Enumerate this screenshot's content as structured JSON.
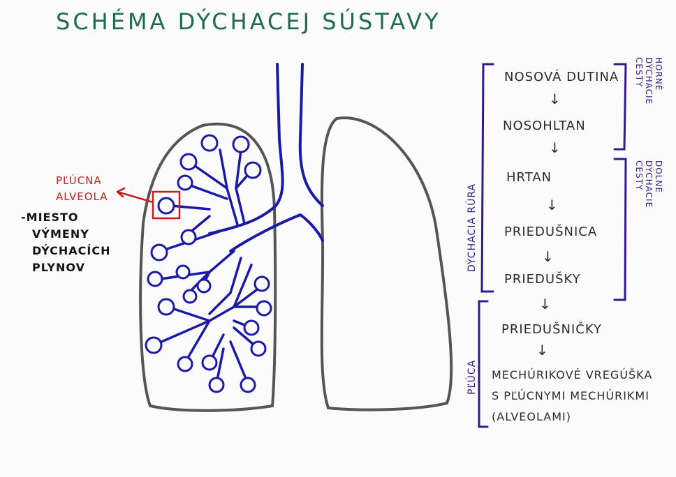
{
  "title": "SCHÉMA DÝCHACEJ SÚSTAVY",
  "alveola_label": "PĽÚCNA ALVEOLA",
  "alveola_note": [
    "-MIESTO",
    "VÝMENY",
    "DÝCHACÍCH",
    "PLYNOV"
  ],
  "steps": [
    "NOSOVÁ DUTINA",
    "NOSOHLTAN",
    "HRTAN",
    "PRIEDUŠNICA",
    "PRIEDUŠKY",
    "PRIEDUŠNIČKY",
    "MECHÚRIKOVÉ VREGÚŠKA",
    "S PĽÚCNYMI MECHÚRIKMI",
    "(ALVEOLAMI)"
  ],
  "bracket_labels": {
    "horne": [
      "HORNÉ",
      "DÝCHACIE",
      "CESTY"
    ],
    "dolne": [
      "DOLNÉ",
      "DÝCHACIE",
      "CESTY"
    ],
    "dychacia_rura": "DÝCHACIA RÚRA",
    "pluca": "PĽÚCA"
  },
  "colors": {
    "title": "#1f6b4f",
    "airway": "#1b1aa6",
    "lung_outline": "#555555",
    "alveola_marker": "#c21f1f",
    "bracket": "#34198c",
    "text": "#2a2a2a"
  },
  "icons": {
    "arrow": "down-arrow-icon"
  }
}
